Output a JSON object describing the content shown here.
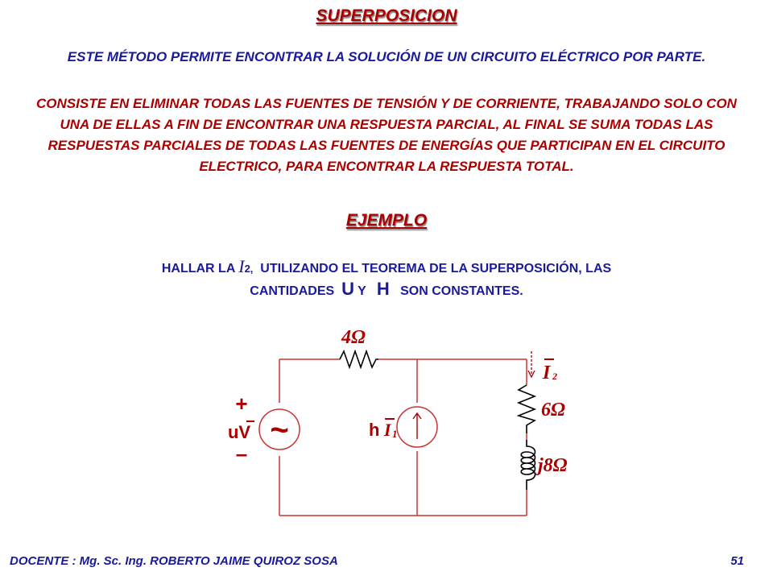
{
  "slide": {
    "title": "SUPERPOSICION",
    "intro": "ESTE MÉTODO PERMITE ENCONTRAR LA SOLUCIÓN DE UN CIRCUITO ELÉCTRICO POR PARTE.",
    "description": "CONSISTE EN ELIMINAR TODAS LAS FUENTES DE TENSIÓN Y DE CORRIENTE, TRABAJANDO SOLO CON UNA DE ELLAS A FIN DE ENCONTRAR UNA RESPUESTA PARCIAL, AL FINAL SE SUMA TODAS LAS RESPUESTAS PARCIALES DE TODAS LAS FUENTES DE ENERGÍAS QUE PARTICIPAN EN EL CIRCUITO ELECTRICO, PARA ENCONTRAR LA RESPUESTA TOTAL.",
    "example_title": "EJEMPLO",
    "problem": {
      "prefix": "HALLAR LA",
      "variable": "I",
      "variable_sub": "2,",
      "middle": "UTILIZANDO EL TEOREMA DE LA SUPERPOSICIÓN, LAS",
      "line2_prefix": "CANTIDADES",
      "qty_u": "U",
      "conj": "Y",
      "qty_h": "H",
      "line2_suffix": "SON CONSTANTES."
    },
    "circuit": {
      "resistor_top": "4Ω",
      "voltage_plus": "+",
      "voltage_label": "uV",
      "voltage_minus": "–",
      "ac_symbol": "~",
      "current_source_h": "h",
      "current_source_i": "I",
      "current_source_sub": "1",
      "branch_current": "I",
      "branch_current_sub": "2",
      "resistor_right": "6Ω",
      "inductor": "j8Ω"
    },
    "footer": "DOCENTE : Mg. Sc. Ing. ROBERTO JAIME QUIROZ SOSA",
    "page_number": "51"
  },
  "colors": {
    "title_red": "#aa0000",
    "text_blue": "#1a1a9a",
    "wire_red": "#cc3333",
    "component_black": "#000000"
  }
}
